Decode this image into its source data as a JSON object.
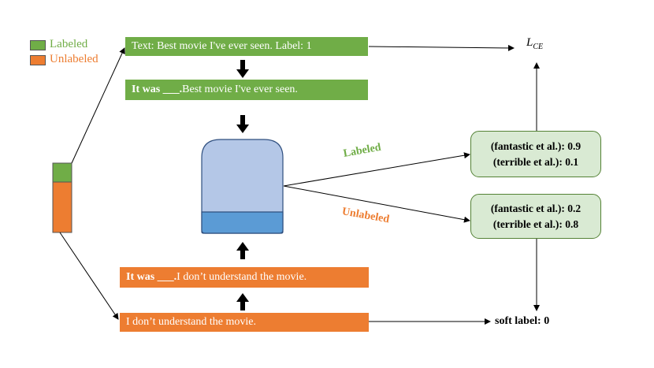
{
  "legend": {
    "labeled": "Labeled",
    "unlabeled": "Unlabeled",
    "labeled_color": "#70ad47",
    "unlabeled_color": "#ed7d31"
  },
  "inputs": {
    "labeled_text": "Text:  Best movie I've ever seen. Label:  1",
    "labeled_prompt_prefix": "It was ___.",
    "labeled_prompt_suffix": " Best movie I've ever seen.",
    "unlabeled_prompt_prefix": "It was ___.",
    "unlabeled_prompt_suffix": " I don’t understand the movie.",
    "unlabeled_text": "I don’t understand the movie."
  },
  "branches": {
    "labeled": "Labeled",
    "unlabeled": "Unlabeled"
  },
  "outputs": {
    "labeled_line1": "(fantastic et al.): 0.9",
    "labeled_line2": "(terrible et al.): 0.1",
    "unlabeled_line1": "(fantastic et al.): 0.2",
    "unlabeled_line2": "(terrible et al.): 0.8"
  },
  "loss": {
    "main": "L",
    "sub": "CE"
  },
  "soft_label": "soft label: 0"
}
